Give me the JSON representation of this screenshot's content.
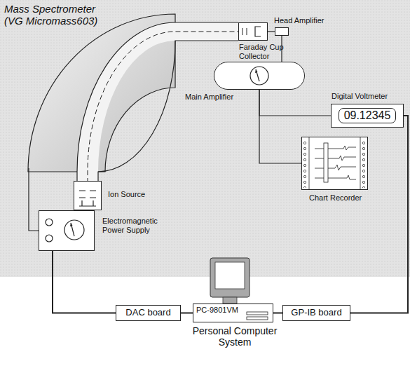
{
  "diagram": {
    "nodes": [
      {
        "text": [
          "Faraday Cup Collector"
        ]
      },
      {
        "text": [
          "Head Amplifier"
        ]
      },
      {
        "text": [
          "Main Amplifier"
        ]
      },
      {
        "text": [
          "Digital Voltmeter",
          "09.12345"
        ]
      },
      {
        "text": [
          "Chart Recorder"
        ]
      },
      {
        "text": [
          "Ion Source"
        ]
      },
      {
        "text": [
          "Electromagnetic Power Supply"
        ]
      },
      {
        "text": [
          "DAC board"
        ]
      },
      {
        "text": [
          "PC-9801VM"
        ]
      },
      {
        "text": [
          "GP-IB board"
        ]
      }
    ],
    "edges": [
      {
        "from": 0,
        "to": 1,
        "arrow": "none"
      },
      {
        "from": 1,
        "to": 2,
        "arrow": "none"
      },
      {
        "from": 2,
        "to": 3,
        "arrow": "none"
      },
      {
        "from": 2,
        "to": 4,
        "arrow": "none"
      },
      {
        "from": 3,
        "to": 9,
        "arrow": "none"
      },
      {
        "from": 6,
        "to": 7,
        "arrow": "none"
      },
      {
        "from": 7,
        "to": 8,
        "arrow": "none"
      },
      {
        "from": 8,
        "to": 9,
        "arrow": "none"
      }
    ],
    "labels": [
      "Mass Spectrometer (VG Micromass603)",
      "Personal Computer System"
    ]
  }
}
